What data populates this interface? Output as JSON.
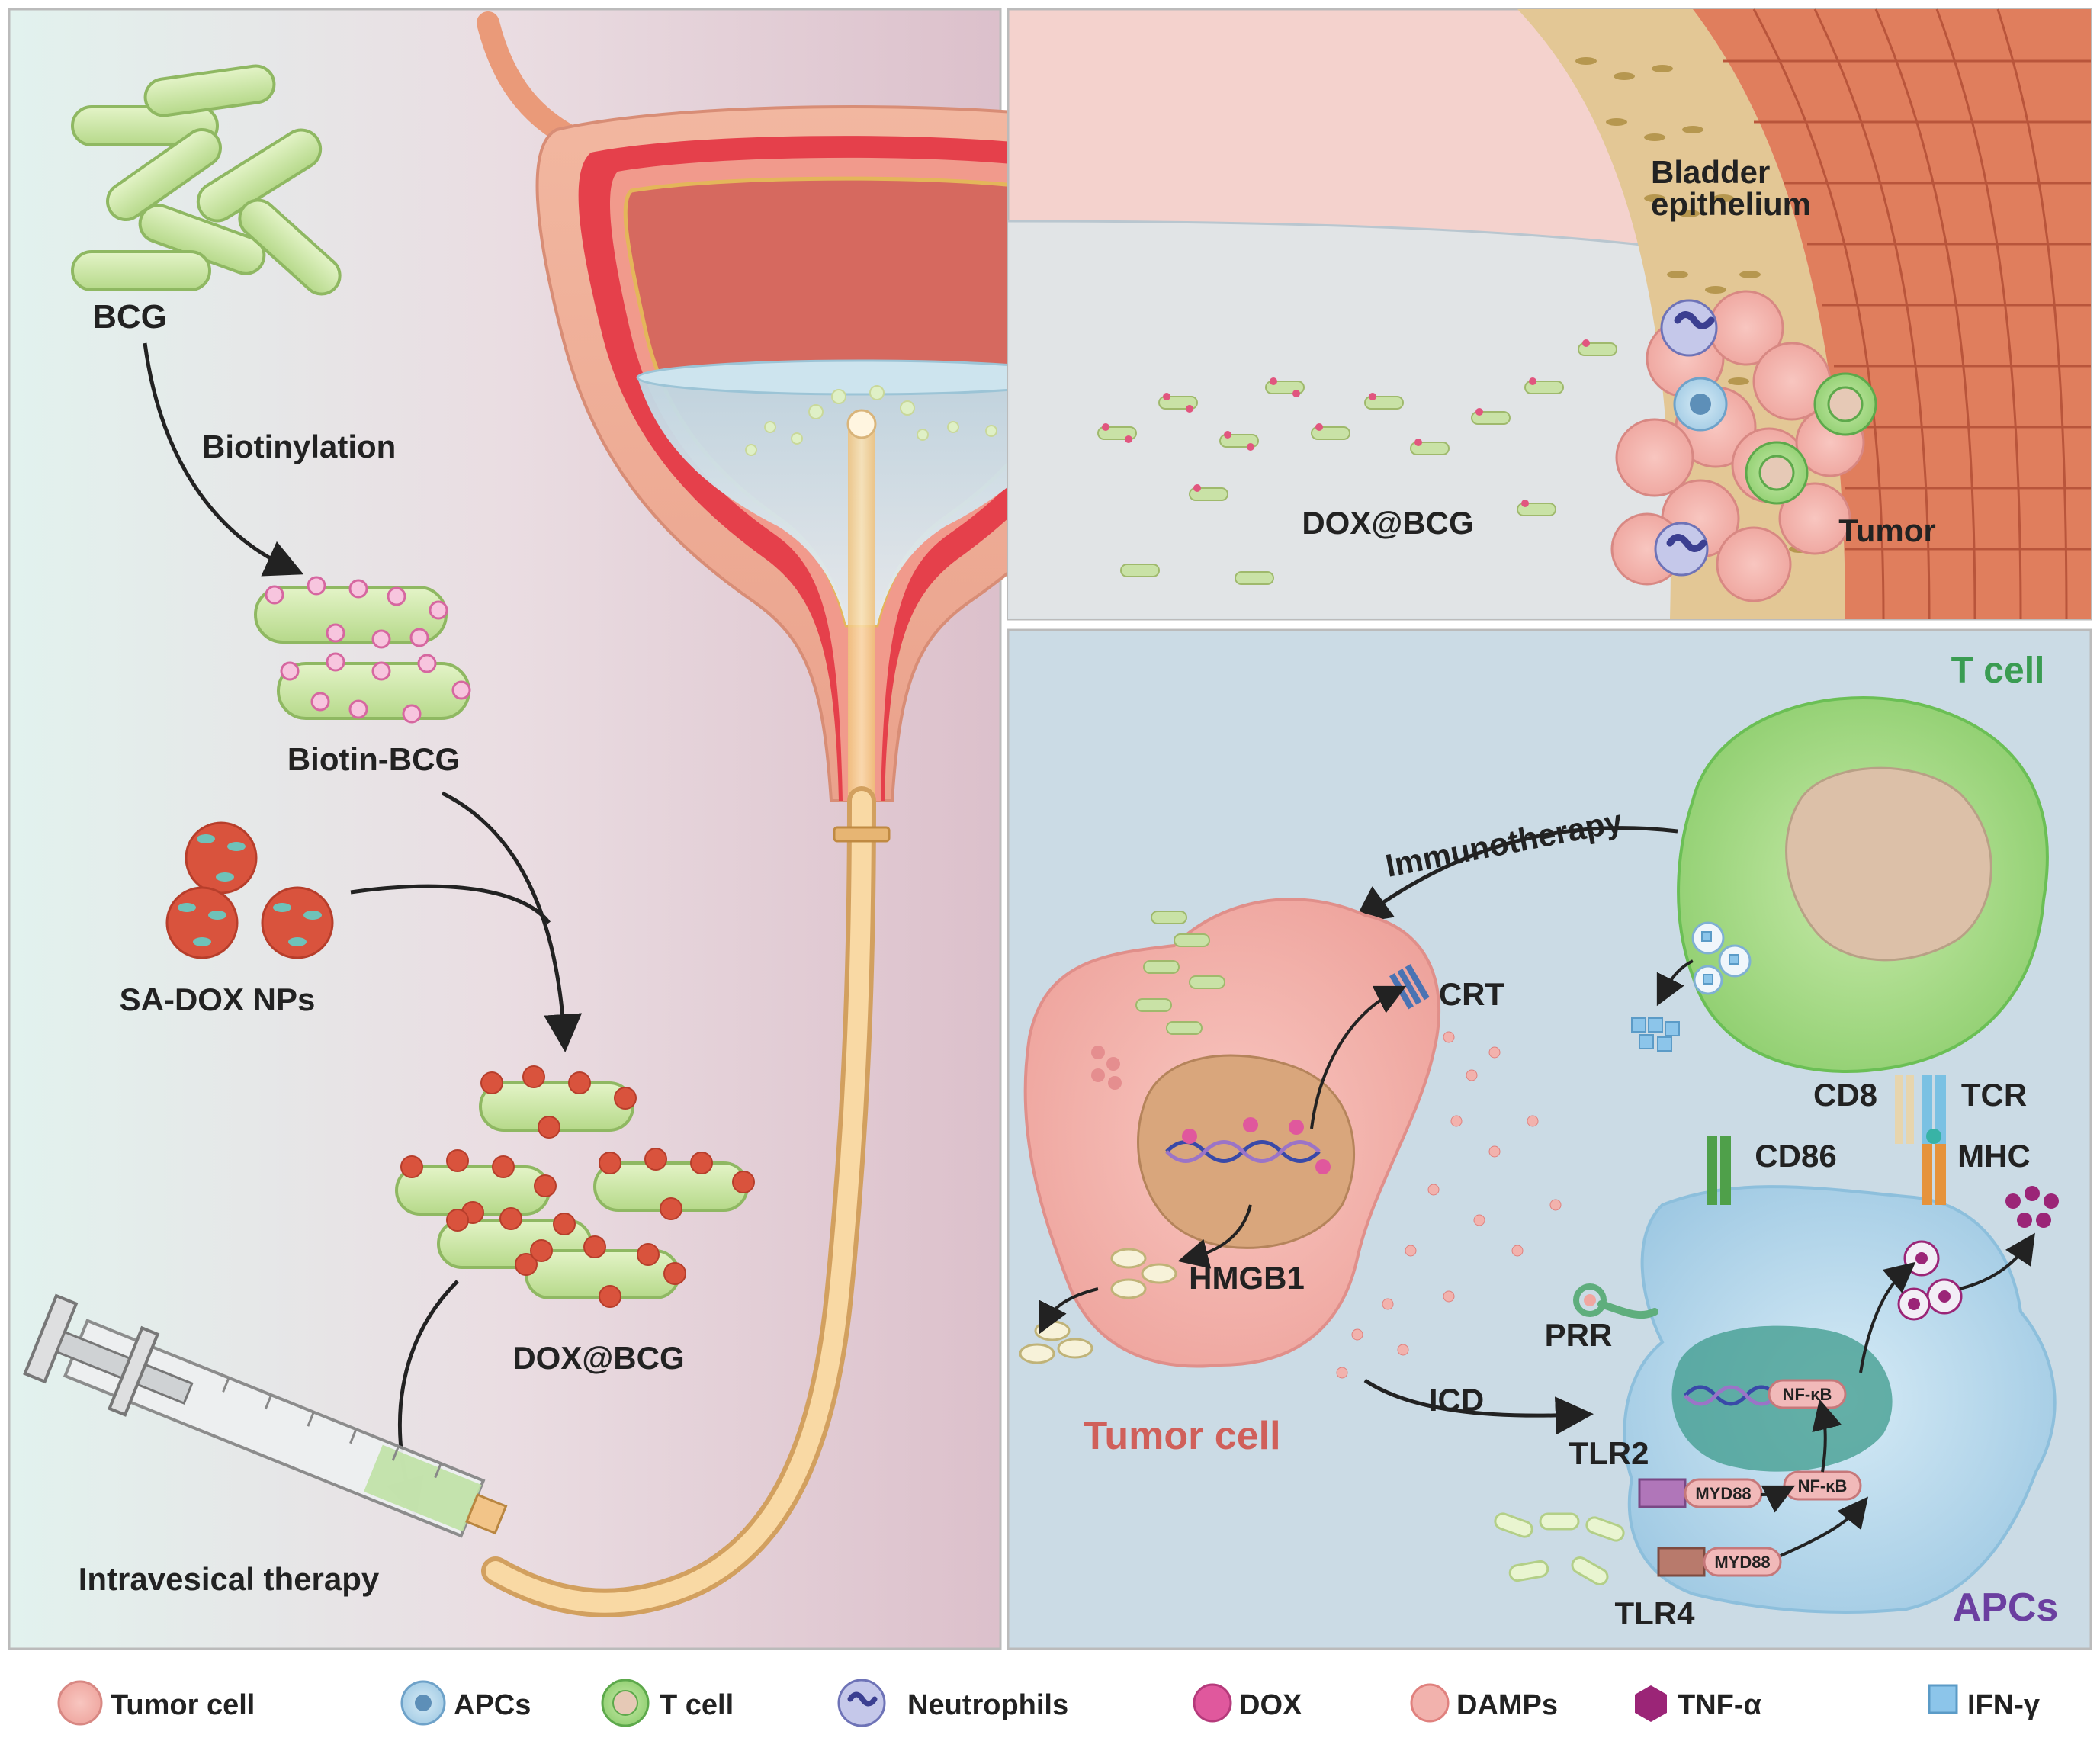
{
  "left_panel": {
    "bcg": "BCG",
    "biotinylation": "Biotinylation",
    "biotin_bcg": "Biotin-BCG",
    "sa_dox_nps": "SA-DOX NPs",
    "dox_bcg": "DOX@BCG",
    "intravesical_therapy": "Intravesical therapy"
  },
  "top_right_panel": {
    "bladder_epithelium_line1": "Bladder",
    "bladder_epithelium_line2": "epithelium",
    "dox_bcg": "DOX@BCG",
    "tumor": "Tumor"
  },
  "bottom_right_panel": {
    "t_cell": "T cell",
    "immunotherapy": "Immunotherapy",
    "crt": "CRT",
    "hmgb1": "HMGB1",
    "tumor_cell": "Tumor cell",
    "icd": "ICD",
    "cd8": "CD8",
    "tcr": "TCR",
    "cd86": "CD86",
    "mhc": "MHC",
    "prr": "PRR",
    "nfkb_nucleus": "NF-κB",
    "nfkb_cytoplasm": "NF-κB",
    "tlr2": "TLR2",
    "tlr4": "TLR4",
    "myd88_a": "MYD88",
    "myd88_b": "MYD88",
    "apcs": "APCs"
  },
  "legend": {
    "tumor_cell": "Tumor cell",
    "apcs": "APCs",
    "t_cell": "T cell",
    "neutrophils": "Neutrophils",
    "dox": "DOX",
    "damps": "DAMPs",
    "tnf_alpha": "TNF-α",
    "ifn_gamma": "IFN-γ"
  },
  "colors": {
    "bcg_green": "#c9e6a3",
    "dox_pink": "#e0589d",
    "tumor_pink": "#f0a7a1",
    "t_cell_green": "#9bd37d",
    "apc_blue": "#a9cfe6",
    "tnf_purple": "#9b2577",
    "ifn_blue": "#8cc5ea",
    "t_cell_label": "#3a9c52",
    "tumor_cell_label": "#d0605a",
    "apcs_label": "#6b3fa0"
  }
}
